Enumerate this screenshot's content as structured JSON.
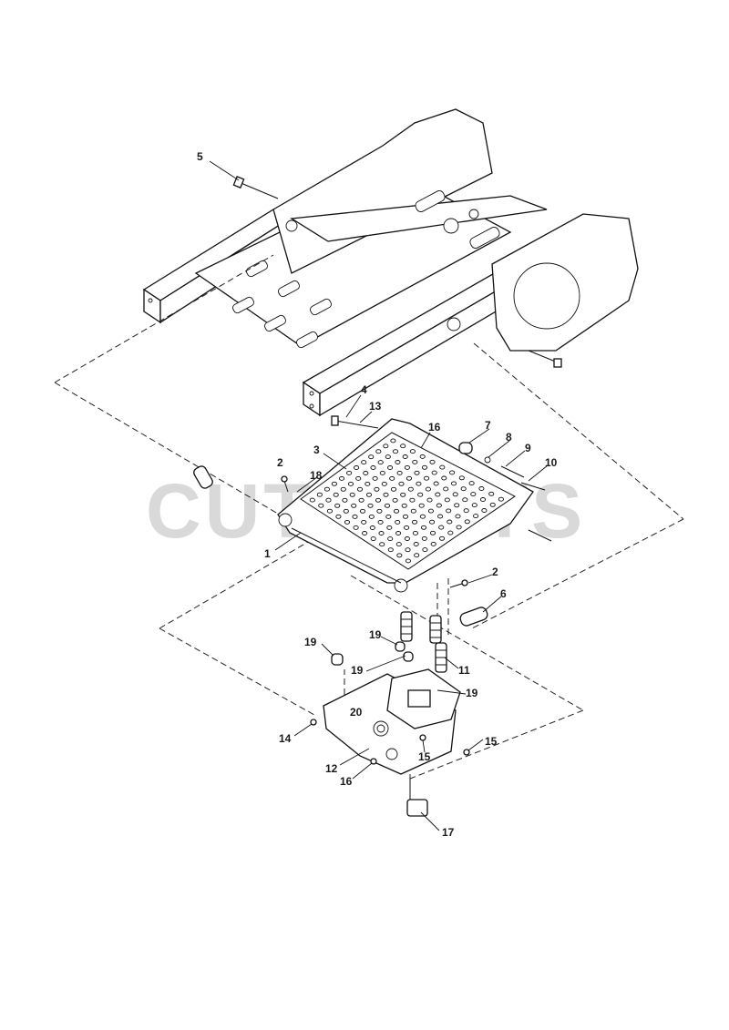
{
  "watermark": "CUTPARTS",
  "callouts": [
    {
      "id": "c5",
      "text": "5"
    },
    {
      "id": "c4",
      "text": "4"
    },
    {
      "id": "c13",
      "text": "13"
    },
    {
      "id": "c16a",
      "text": "16"
    },
    {
      "id": "c7",
      "text": "7"
    },
    {
      "id": "c8",
      "text": "8"
    },
    {
      "id": "c9",
      "text": "9"
    },
    {
      "id": "c10",
      "text": "10"
    },
    {
      "id": "c3",
      "text": "3"
    },
    {
      "id": "c2a",
      "text": "2"
    },
    {
      "id": "c18",
      "text": "18"
    },
    {
      "id": "c1",
      "text": "1"
    },
    {
      "id": "c2b",
      "text": "2"
    },
    {
      "id": "c6",
      "text": "6"
    },
    {
      "id": "c19a",
      "text": "19"
    },
    {
      "id": "c19b",
      "text": "19"
    },
    {
      "id": "c19c",
      "text": "19"
    },
    {
      "id": "c19d",
      "text": "19"
    },
    {
      "id": "c11",
      "text": "11"
    },
    {
      "id": "c20",
      "text": "20"
    },
    {
      "id": "c14",
      "text": "14"
    },
    {
      "id": "c15a",
      "text": "15"
    },
    {
      "id": "c15b",
      "text": "15"
    },
    {
      "id": "c12",
      "text": "12"
    },
    {
      "id": "c16b",
      "text": "16"
    },
    {
      "id": "c17",
      "text": "17"
    }
  ]
}
